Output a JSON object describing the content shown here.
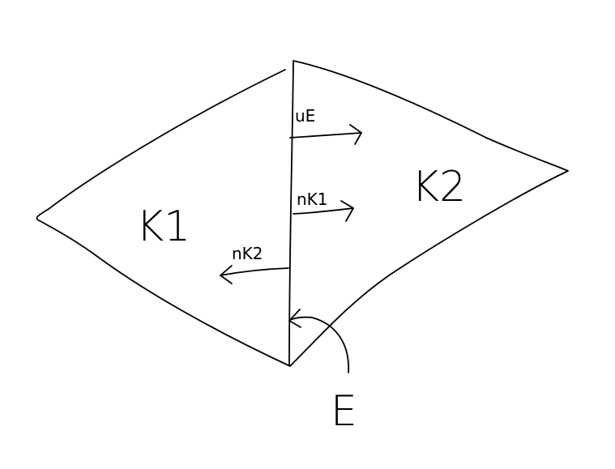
{
  "diagram": {
    "labels": {
      "cell_left": "K1",
      "cell_right": "K2",
      "velocity": "uE",
      "normal_k1": "nK1",
      "normal_k2": "nK2",
      "edge": "E"
    },
    "stroke_color": "#000000",
    "background_color": "#ffffff"
  }
}
